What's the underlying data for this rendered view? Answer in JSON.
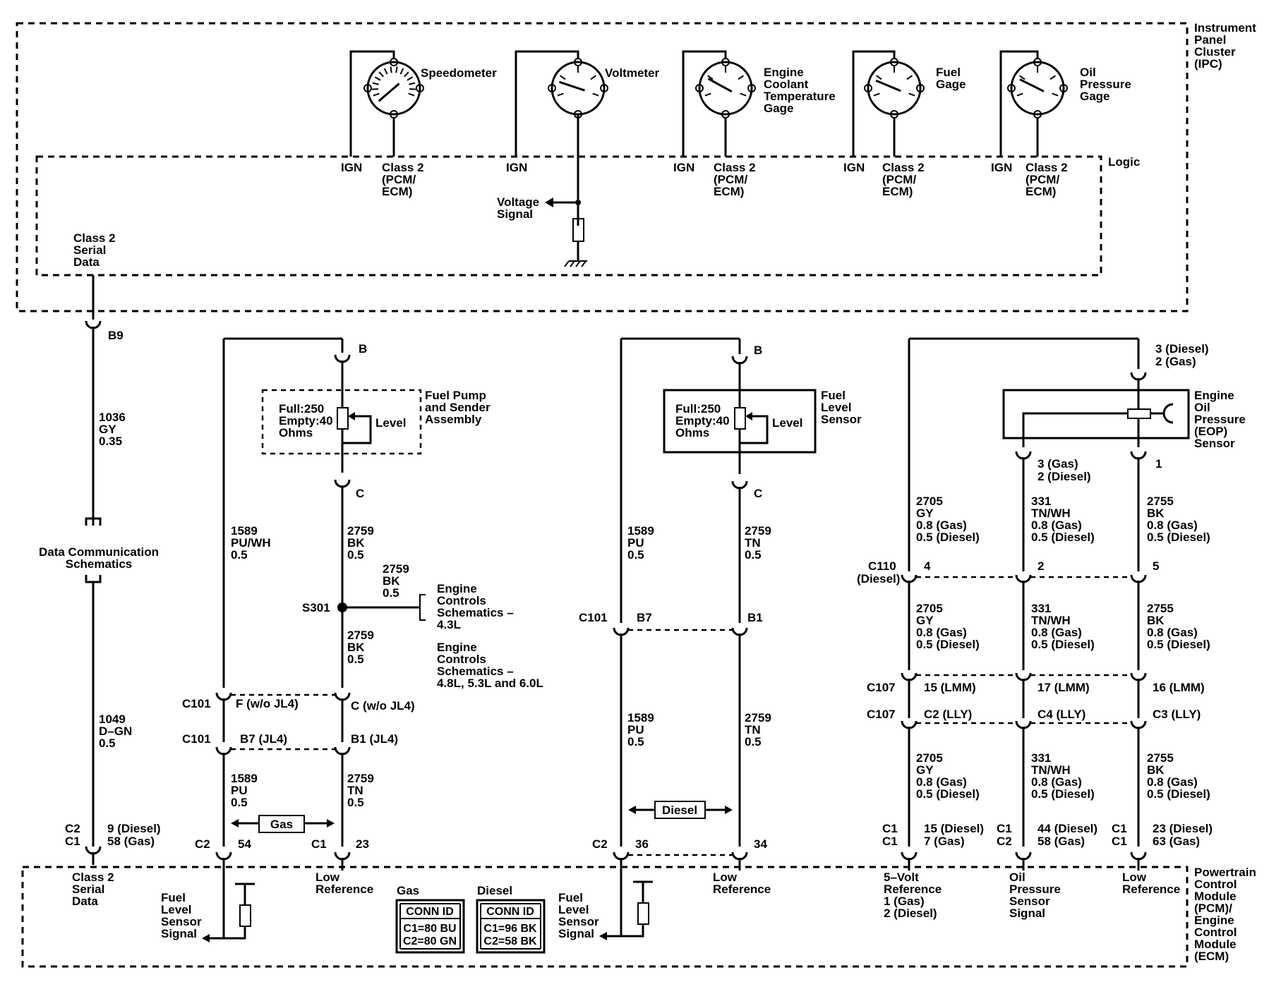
{
  "ipc": {
    "title": [
      "Instrument",
      "Panel",
      "Cluster",
      "(IPC)"
    ],
    "logic": "Logic",
    "ign": "IGN",
    "class2_pcm": [
      "Class 2",
      "(PCM/",
      "ECM)"
    ],
    "gauges": [
      {
        "label": [
          "Speedometer"
        ]
      },
      {
        "label": [
          "Voltmeter"
        ]
      },
      {
        "label": [
          "Engine",
          "Coolant",
          "Temperature",
          "Gage"
        ]
      },
      {
        "label": [
          "Fuel",
          "Gage"
        ]
      },
      {
        "label": [
          "Oil",
          "Pressure",
          "Gage"
        ]
      }
    ],
    "voltage_signal": [
      "Voltage",
      "Signal"
    ],
    "class2_serial": [
      "Class 2",
      "Serial",
      "Data"
    ]
  },
  "pcm": {
    "title": [
      "Powertrain",
      "Control",
      "Module",
      "(PCM)/",
      "Engine",
      "Control",
      "Module",
      "(ECM)"
    ],
    "class2_serial": [
      "Class 2",
      "Serial",
      "Data"
    ],
    "fuel_level_signal": [
      "Fuel",
      "Level",
      "Sensor",
      "Signal"
    ],
    "low_reference": [
      "Low",
      "Reference"
    ],
    "five_volt": [
      "5–Volt",
      "Reference",
      "1 (Gas)",
      "2 (Diesel)"
    ],
    "oil_pressure_signal": [
      "Oil",
      "Pressure",
      "Sensor",
      "Signal"
    ],
    "gas_table": {
      "heading": "Gas",
      "header": "CONN ID",
      "rows": [
        "C1=80 BU",
        "C2=80 GN"
      ]
    },
    "diesel_table": {
      "heading": "Diesel",
      "header": "CONN ID",
      "rows": [
        "C1=96 BK",
        "C2=58 BK"
      ]
    }
  },
  "serial_branch": {
    "b9": "B9",
    "wire1": [
      "1036",
      "GY",
      "0.35"
    ],
    "dcs": [
      "Data Communication",
      "Schematics"
    ],
    "wire2": [
      "1049",
      "D–GN",
      "0.5"
    ],
    "conn_left": [
      "C2",
      "C1"
    ],
    "conn_right": [
      "9 (Diesel)",
      "58 (Gas)"
    ]
  },
  "gas_fuel": {
    "pin_b": "B",
    "pin_c": "C",
    "assembly": [
      "Fuel Pump",
      "and Sender",
      "Assembly"
    ],
    "resist": [
      "Full:250",
      "Empty:40",
      "Ohms"
    ],
    "level": "Level",
    "w_left_top": [
      "1589",
      "PU/WH",
      "0.5"
    ],
    "w_right_top": [
      "2759",
      "BK",
      "0.5"
    ],
    "w_branch": [
      "2759",
      "BK",
      "0.5"
    ],
    "splice": "S301",
    "engine_controls_1": [
      "Engine",
      "Controls",
      "Schematics –",
      "4.3L"
    ],
    "engine_controls_2": [
      "Engine",
      "Controls",
      "Schematics –",
      "4.8L, 5.3L and 6.0L"
    ],
    "w_right_mid": [
      "2759",
      "BK",
      "0.5"
    ],
    "c101_a": "C101",
    "pin_f": "F (w/o JL4)",
    "pin_c2": "C (w/o JL4)",
    "c101_b": "C101",
    "pin_b7": "B7 (JL4)",
    "pin_b1": "B1 (JL4)",
    "w_left_bot": [
      "1589",
      "PU",
      "0.5"
    ],
    "w_right_bot": [
      "2759",
      "TN",
      "0.5"
    ],
    "gas_label": "Gas",
    "c2": "C2",
    "p54": "54",
    "c1": "C1",
    "p23": "23"
  },
  "diesel_fuel": {
    "pin_b": "B",
    "pin_c": "C",
    "sensor": [
      "Fuel",
      "Level",
      "Sensor"
    ],
    "resist": [
      "Full:250",
      "Empty:40",
      "Ohms"
    ],
    "level": "Level",
    "w_left_top": [
      "1589",
      "PU",
      "0.5"
    ],
    "w_right_top": [
      "2759",
      "TN",
      "0.5"
    ],
    "c101": "C101",
    "pin_b7": "B7",
    "pin_b1": "B1",
    "w_left_bot": [
      "1589",
      "PU",
      "0.5"
    ],
    "w_right_bot": [
      "2759",
      "TN",
      "0.5"
    ],
    "diesel_label": "Diesel",
    "c2": "C2",
    "p36": "36",
    "p34": "34"
  },
  "oil": {
    "top_pin": [
      "3 (Diesel)",
      "2 (Gas)"
    ],
    "sensor": [
      "Engine",
      "Oil",
      "Pressure",
      "(EOP)",
      "Sensor"
    ],
    "pin_mid": [
      "3 (Gas)",
      "2 (Diesel)"
    ],
    "pin_right": "1",
    "w1": [
      "2705",
      "GY",
      "0.8 (Gas)",
      "0.5 (Diesel)"
    ],
    "w2": [
      "331",
      "TN/WH",
      "0.8 (Gas)",
      "0.5 (Diesel)"
    ],
    "w3": [
      "2755",
      "BK",
      "0.8 (Gas)",
      "0.5 (Diesel)"
    ],
    "c110": [
      "C110",
      "(Diesel)"
    ],
    "c110_pins": [
      "4",
      "2",
      "5"
    ],
    "c107a": "C107",
    "c107a_pins": [
      "15 (LMM)",
      "17 (LMM)",
      "16 (LMM)"
    ],
    "c107b": "C107",
    "c107b_pins": [
      "C2 (LLY)",
      "C4 (LLY)",
      "C3 (LLY)"
    ],
    "pcm_pins_left": [
      [
        "C1",
        "C1"
      ],
      [
        "C1",
        "C2"
      ],
      [
        "C1",
        "C1"
      ]
    ],
    "pcm_pins": [
      [
        "15 (Diesel)",
        "7 (Gas)"
      ],
      [
        "44 (Diesel)",
        "58 (Gas)"
      ],
      [
        "23 (Diesel)",
        "63 (Gas)"
      ]
    ],
    "low_reference": [
      "Low",
      "Reference"
    ]
  }
}
